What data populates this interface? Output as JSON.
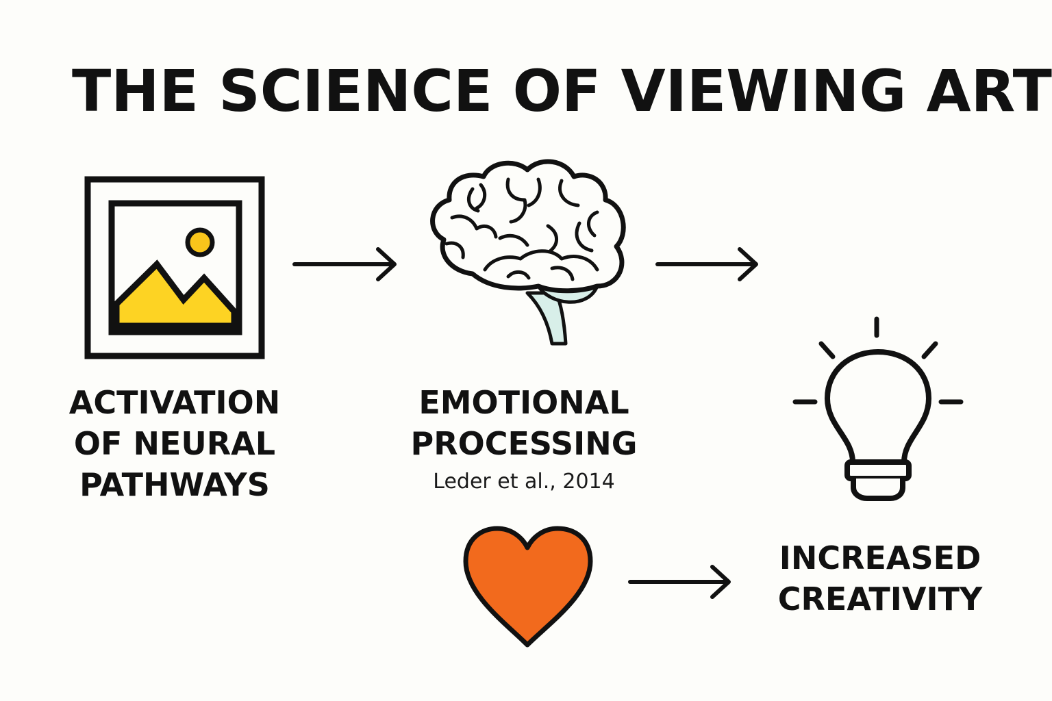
{
  "title": "THE SCIENCE OF VIEWING ART",
  "nodes": {
    "activation": {
      "icon": "framed-picture-icon",
      "lines": [
        "ACTIVATION",
        "OF NEURAL",
        "PATHWAYS"
      ]
    },
    "emotional": {
      "icon": "brain-icon",
      "lines": [
        "EMOTIONAL",
        "PROCESSING"
      ],
      "citation": "Leder et al., 2014"
    },
    "creativity": {
      "icon": "lightbulb-icon",
      "lines": [
        "INCREASED",
        "CREATIVITY"
      ]
    },
    "emotion": {
      "icon": "heart-icon"
    }
  },
  "colors": {
    "background": "#fdfdfa",
    "stroke": "#111111",
    "mountain": "#fdd323",
    "sun": "#f9c51b",
    "heart": "#f26a1d",
    "brainstem": "#d8efe9"
  }
}
